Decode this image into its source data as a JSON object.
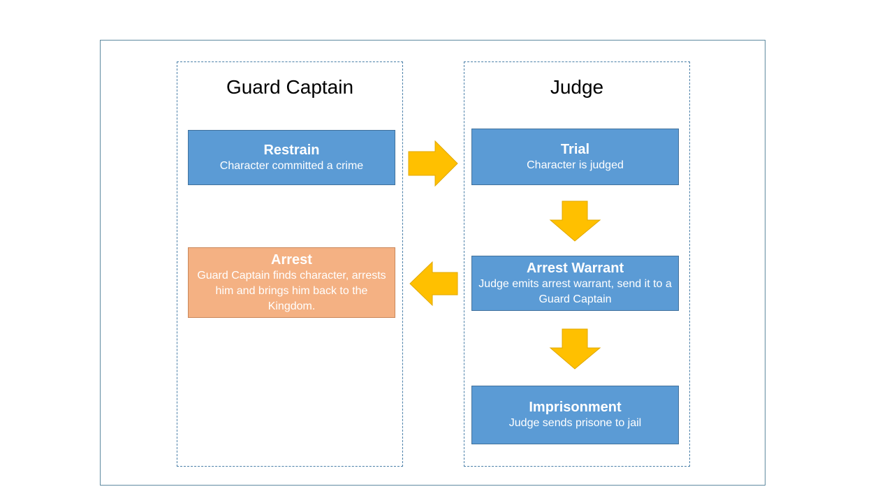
{
  "lanes": {
    "guard": {
      "title": "Guard Captain"
    },
    "judge": {
      "title": "Judge"
    }
  },
  "boxes": {
    "restrain": {
      "title": "Restrain",
      "desc": "Character committed a crime"
    },
    "arrest": {
      "title": "Arrest",
      "desc": "Guard Captain finds character, arrests him and brings him back to the Kingdom."
    },
    "trial": {
      "title": "Trial",
      "desc": "Character is judged"
    },
    "warrant": {
      "title": "Arrest Warrant",
      "desc": "Judge emits arrest warrant, send it to a Guard Captain"
    },
    "imprisonment": {
      "title": "Imprisonment",
      "desc": "Judge sends prisone to jail"
    }
  },
  "colors": {
    "box_blue": "#5b9bd5",
    "box_orange": "#f4b183",
    "arrow": "#ffc000",
    "lane_border": "#4a7fa8"
  },
  "icons": {
    "arrow_restrain_to_trial": "arrow-right-icon",
    "arrow_trial_to_warrant": "arrow-down-icon",
    "arrow_warrant_to_arrest": "arrow-left-icon",
    "arrow_warrant_to_imprisonment": "arrow-down-icon"
  }
}
